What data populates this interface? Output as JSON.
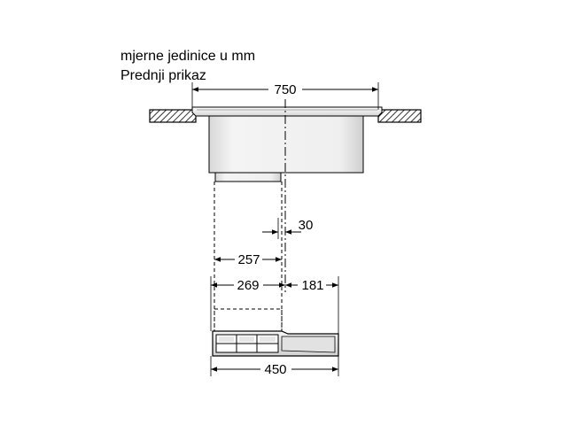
{
  "header": {
    "units_line": "mjerne jedinice u mm",
    "view_line": "Prednji prikaz"
  },
  "dimensions": {
    "overall_width": "750",
    "offset_small": "30",
    "duct_inner": "257",
    "duct_outer": "269",
    "right_offset": "181",
    "base_width": "450"
  }
}
